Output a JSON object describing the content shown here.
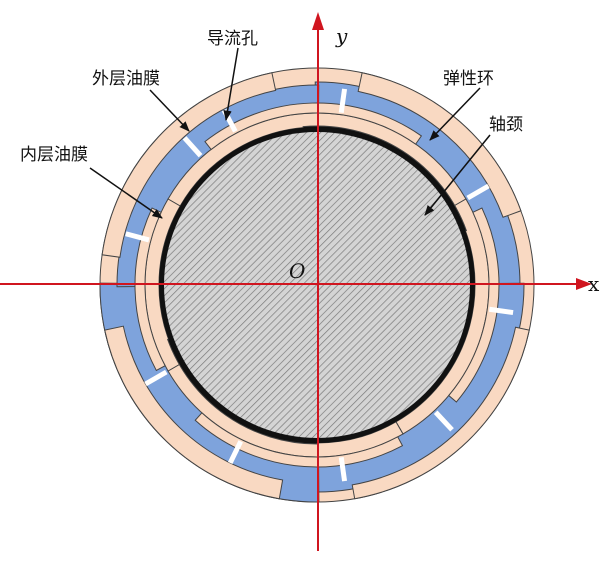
{
  "labels": {
    "flow_hole": "导流孔",
    "outer_film": "外层油膜",
    "inner_film": "内层油膜",
    "elastic_ring": "弹性环",
    "journal": "轴颈",
    "origin": "O",
    "x_axis": "x",
    "y_axis": "y"
  },
  "colors": {
    "axis": "#d0151f",
    "film_blue": "#7ea3dc",
    "ring_peach": "#f9d9c2",
    "outline": "#444444",
    "journal_fill": "#d4d4d4",
    "hatch": "#7a7a7a",
    "journal_rim": "#111111",
    "leader": "#111111"
  }
}
